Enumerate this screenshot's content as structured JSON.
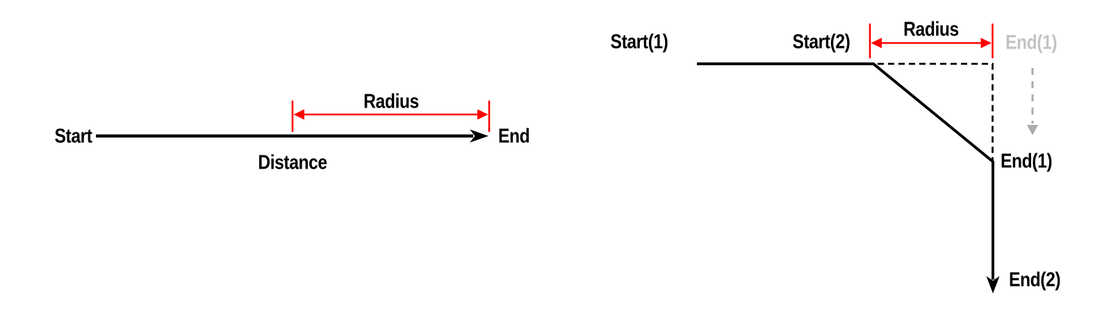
{
  "figure": {
    "background": "#ffffff",
    "colors": {
      "ink": "#000000",
      "accent_red": "#ff0000",
      "ghost_gray": "#c3c3c3",
      "arrow_gray": "#ababab",
      "paper": "#ffffff"
    },
    "left_diagram": {
      "labels": {
        "start": "Start",
        "end": "End",
        "radius": "Radius",
        "distance": "Distance"
      }
    },
    "right_diagram": {
      "labels": {
        "start1": "Start(1)",
        "start2": "Start(2)",
        "radius": "Radius",
        "end1_ghost": "End(1)",
        "end1": "End(1)",
        "end2": "End(2)"
      }
    }
  }
}
